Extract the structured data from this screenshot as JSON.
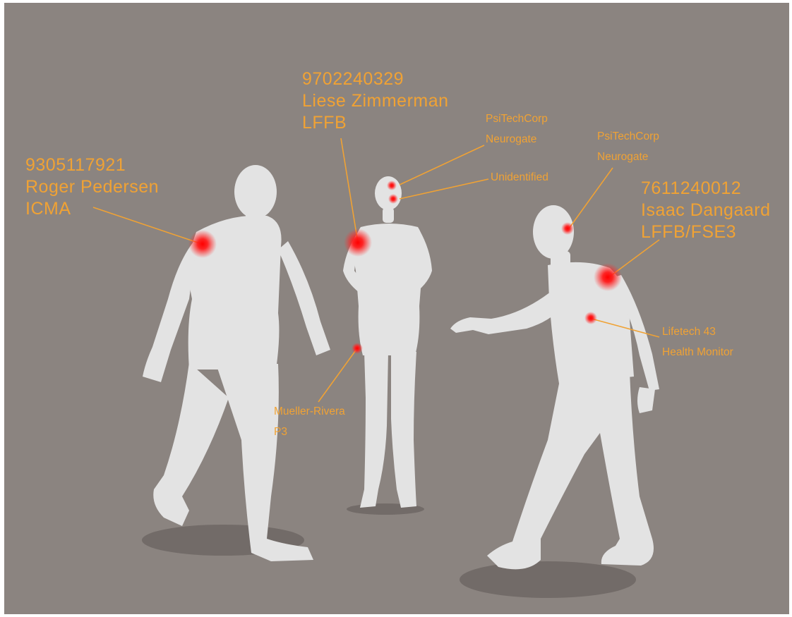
{
  "people": [
    {
      "id": "9305117921",
      "name": "Roger Pedersen",
      "code": "ICMA"
    },
    {
      "id": "9702240329",
      "name": "Liese Zimmerman",
      "code": "LFFB"
    },
    {
      "id": "7611240012",
      "name": "Isaac Dangaard",
      "code": "LFFB/FSE3"
    }
  ],
  "implants": {
    "woman_head_1": {
      "line1": "PsiTechCorp",
      "line2": "Neurogate"
    },
    "woman_head_2": {
      "line1": "Unidentified"
    },
    "woman_leg": {
      "line1": "Mueller-Rivera",
      "line2": "P3"
    },
    "man_head": {
      "line1": "PsiTechCorp",
      "line2": "Neurogate"
    },
    "man_chest": {
      "line1": "Lifetech 43",
      "line2": "Health Monitor"
    }
  },
  "colors": {
    "background": "#8b8480",
    "label": "#f0a234",
    "figure": "#e3e3e3",
    "marker": "#ff1a1a"
  }
}
